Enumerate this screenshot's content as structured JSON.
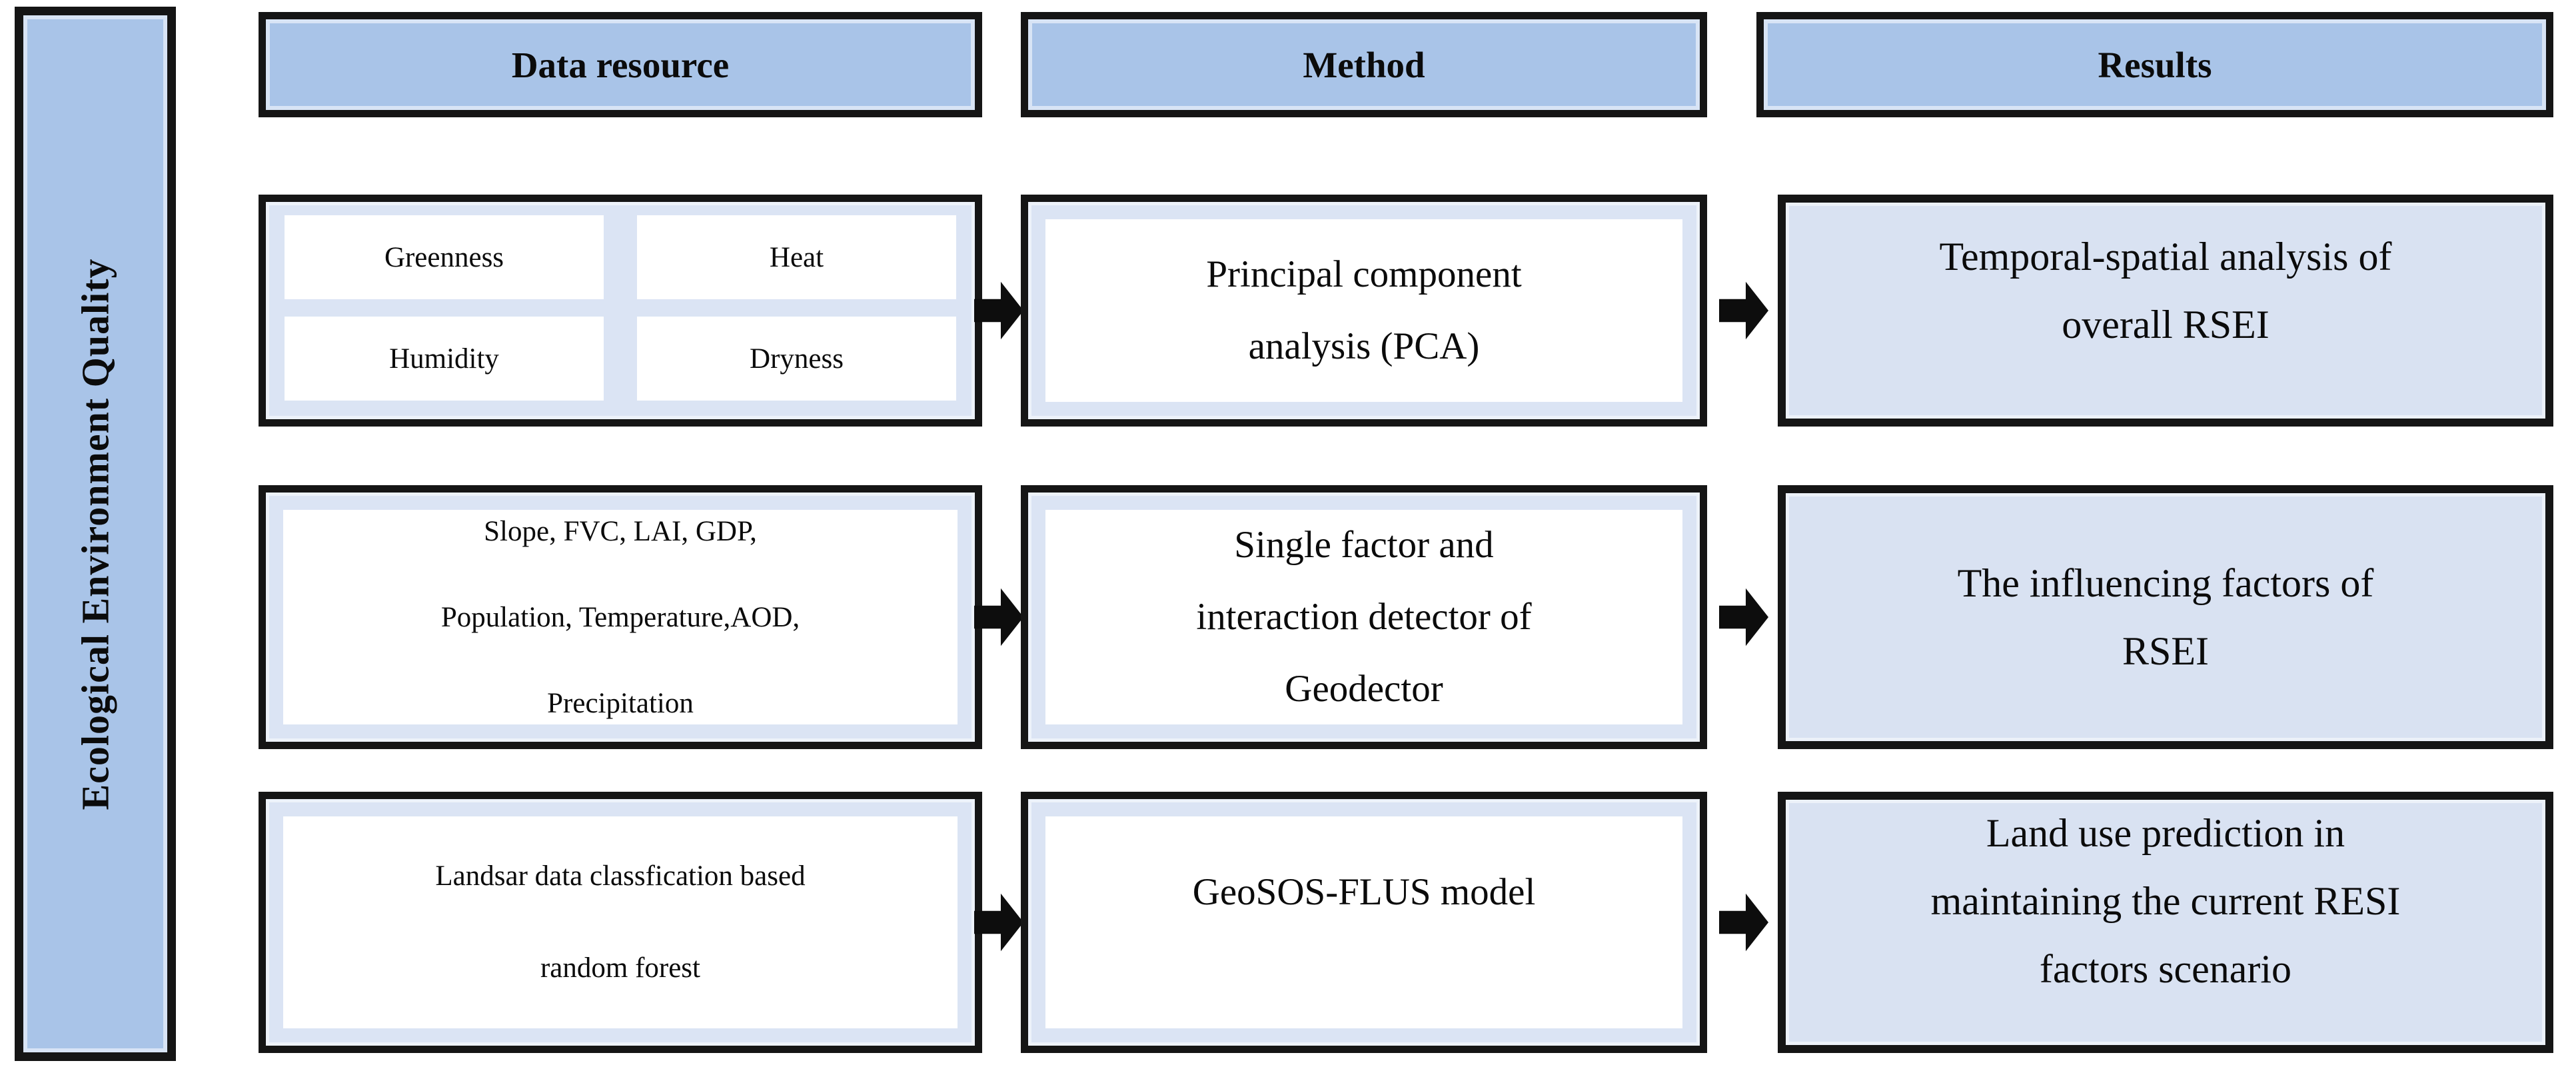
{
  "figure": {
    "sidebar_label": "Ecological Environment Quality",
    "column_headers": [
      "Data resource",
      "Method",
      "Results"
    ]
  },
  "rows": [
    {
      "data_items": [
        "Greenness",
        "Heat",
        "Humidity",
        "Dryness"
      ],
      "method_lines": [
        "Principal component",
        "analysis (PCA)"
      ],
      "result_lines": [
        "Temporal-spatial analysis of",
        "overall RSEI"
      ]
    },
    {
      "data_lines": [
        "Slope, FVC, LAI, GDP,",
        "Population, Temperature,AOD,",
        "Precipitation"
      ],
      "method_lines": [
        "Single factor and",
        "interaction detector of",
        "Geodector"
      ],
      "result_lines": [
        "The influencing factors of",
        "RSEI"
      ]
    },
    {
      "data_lines": [
        "Landsar data classfication based",
        "random forest"
      ],
      "method_lines": [
        "GeoSOS-FLUS model"
      ],
      "result_lines": [
        "Land use prediction in",
        "maintaining the current RESI",
        "factors scenario"
      ]
    }
  ],
  "colors": {
    "sidebar_fill": "#a9c4e8",
    "header_fill": "#a9c4e8",
    "box_fill": "#dbe4f4",
    "result_fill": "#d9e2f2",
    "inner_fill": "#ffffff",
    "border": "#151515",
    "arrow": "#0d0d0d"
  }
}
